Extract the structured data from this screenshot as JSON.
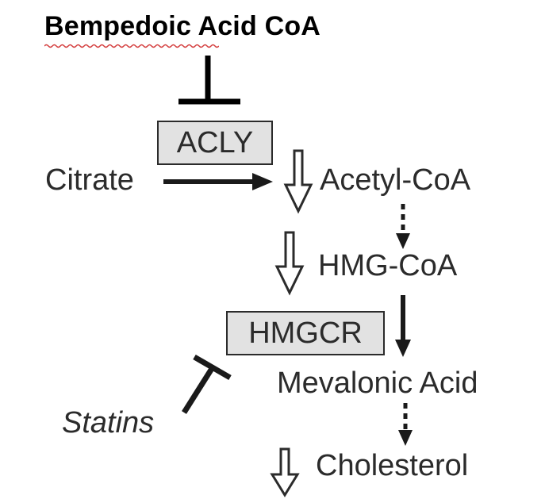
{
  "title": "Bempedoic Acid CoA",
  "enzymes": {
    "acly": "ACLY",
    "hmgcr": "HMGCR"
  },
  "metabolites": {
    "citrate": "Citrate",
    "acetyl_coa": "Acetyl-CoA",
    "hmg_coa": "HMG-CoA",
    "mevalonic_acid": "Mevalonic Acid",
    "cholesterol": "Cholesterol"
  },
  "inhibitors": {
    "statins": "Statins"
  },
  "colors": {
    "ink": "#2b2b2b",
    "box_fill": "#e2e2e2",
    "title": "#000000",
    "spellcheck_underline": "#d33a3a"
  }
}
